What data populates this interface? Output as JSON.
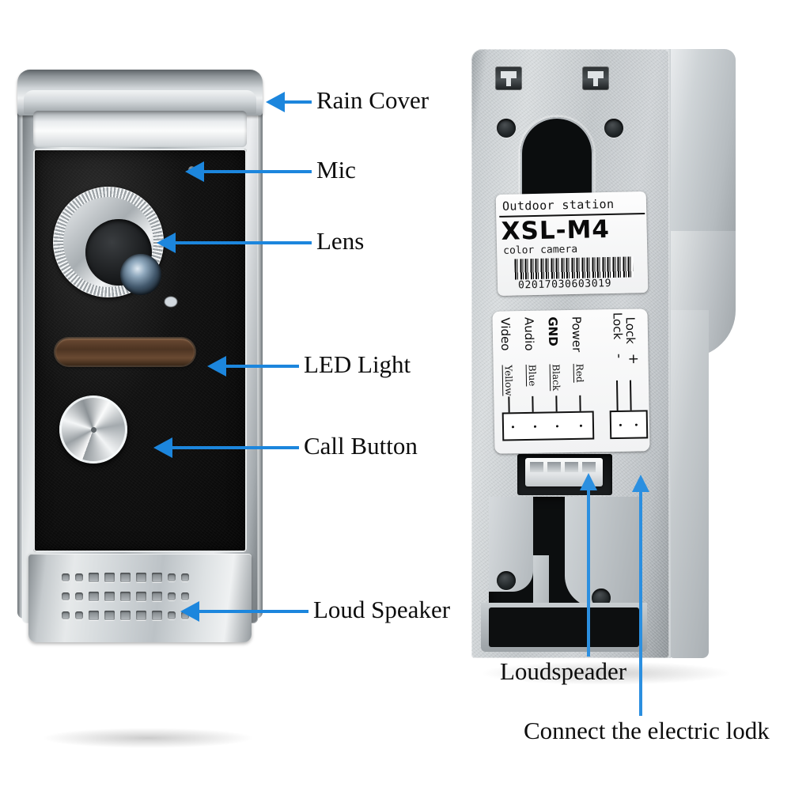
{
  "page": {
    "title": "Video Door Phone Outdoor Station - Labeled Diagram",
    "background_color": "#ffffff",
    "accent_color": "#1c86dd"
  },
  "front_unit": {
    "name": "front-unit",
    "callouts": [
      {
        "id": "rain-cover",
        "label": "Rain Cover"
      },
      {
        "id": "mic",
        "label": "Mic"
      },
      {
        "id": "lens",
        "label": "Lens"
      },
      {
        "id": "led-light",
        "label": "LED Light"
      },
      {
        "id": "call-button",
        "label": "Call Button"
      },
      {
        "id": "loud-speaker",
        "label": "Loud Speaker"
      }
    ],
    "speaker_grille": {
      "rows": 3,
      "holes_per_row": 9
    }
  },
  "back_unit": {
    "name": "back-unit",
    "product_label": {
      "line1": "Outdoor station",
      "model": "XSL-M4",
      "subtitle": "color camera",
      "barcode_number": "02017030603019"
    },
    "terminal_block": {
      "signals": [
        {
          "signal": "Video",
          "wire": "Yellow"
        },
        {
          "signal": "Audio",
          "wire": "Blue"
        },
        {
          "signal": "GND",
          "wire": "Black"
        },
        {
          "signal": "Power",
          "wire": "Red"
        }
      ],
      "lock_terminals": [
        {
          "signal": "Lock",
          "polarity": "+"
        },
        {
          "signal": "Lock",
          "polarity": "-"
        }
      ]
    },
    "callouts": [
      {
        "id": "loudspeaker",
        "label": "Loudspeader"
      },
      {
        "id": "electric-lock",
        "label": "Connect the electric lodk"
      }
    ]
  }
}
